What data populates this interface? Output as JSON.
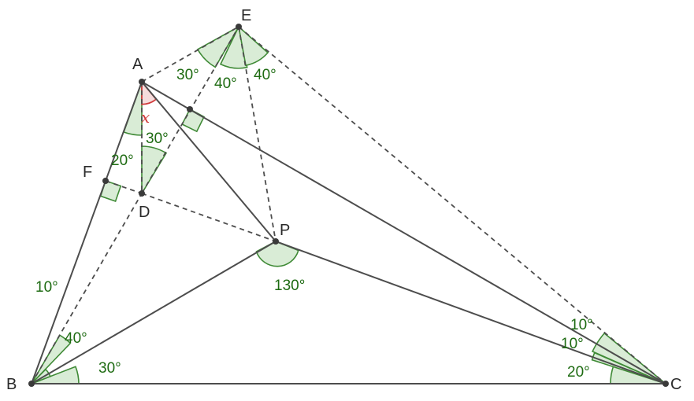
{
  "points": {
    "A": "A",
    "B": "B",
    "C": "C",
    "D": "D",
    "E": "E",
    "F": "F",
    "P": "P"
  },
  "angles": {
    "e_left": "30°",
    "e_mid": "40°",
    "e_right": "40°",
    "a_right": "30°",
    "a_left": "20°",
    "b_top": "10°",
    "b_mid": "40°",
    "b_bottom": "30°",
    "p_angle": "130°",
    "c_top": "10°",
    "c_mid": "10°",
    "c_bottom": "20°"
  },
  "unknown": "x",
  "colors": {
    "line": "#4d4d4d",
    "angle_fill": "#d9ecd6",
    "angle_stroke": "#3f8a36",
    "angle_text": "#1e6b12",
    "unknown": "#d03a3a"
  }
}
